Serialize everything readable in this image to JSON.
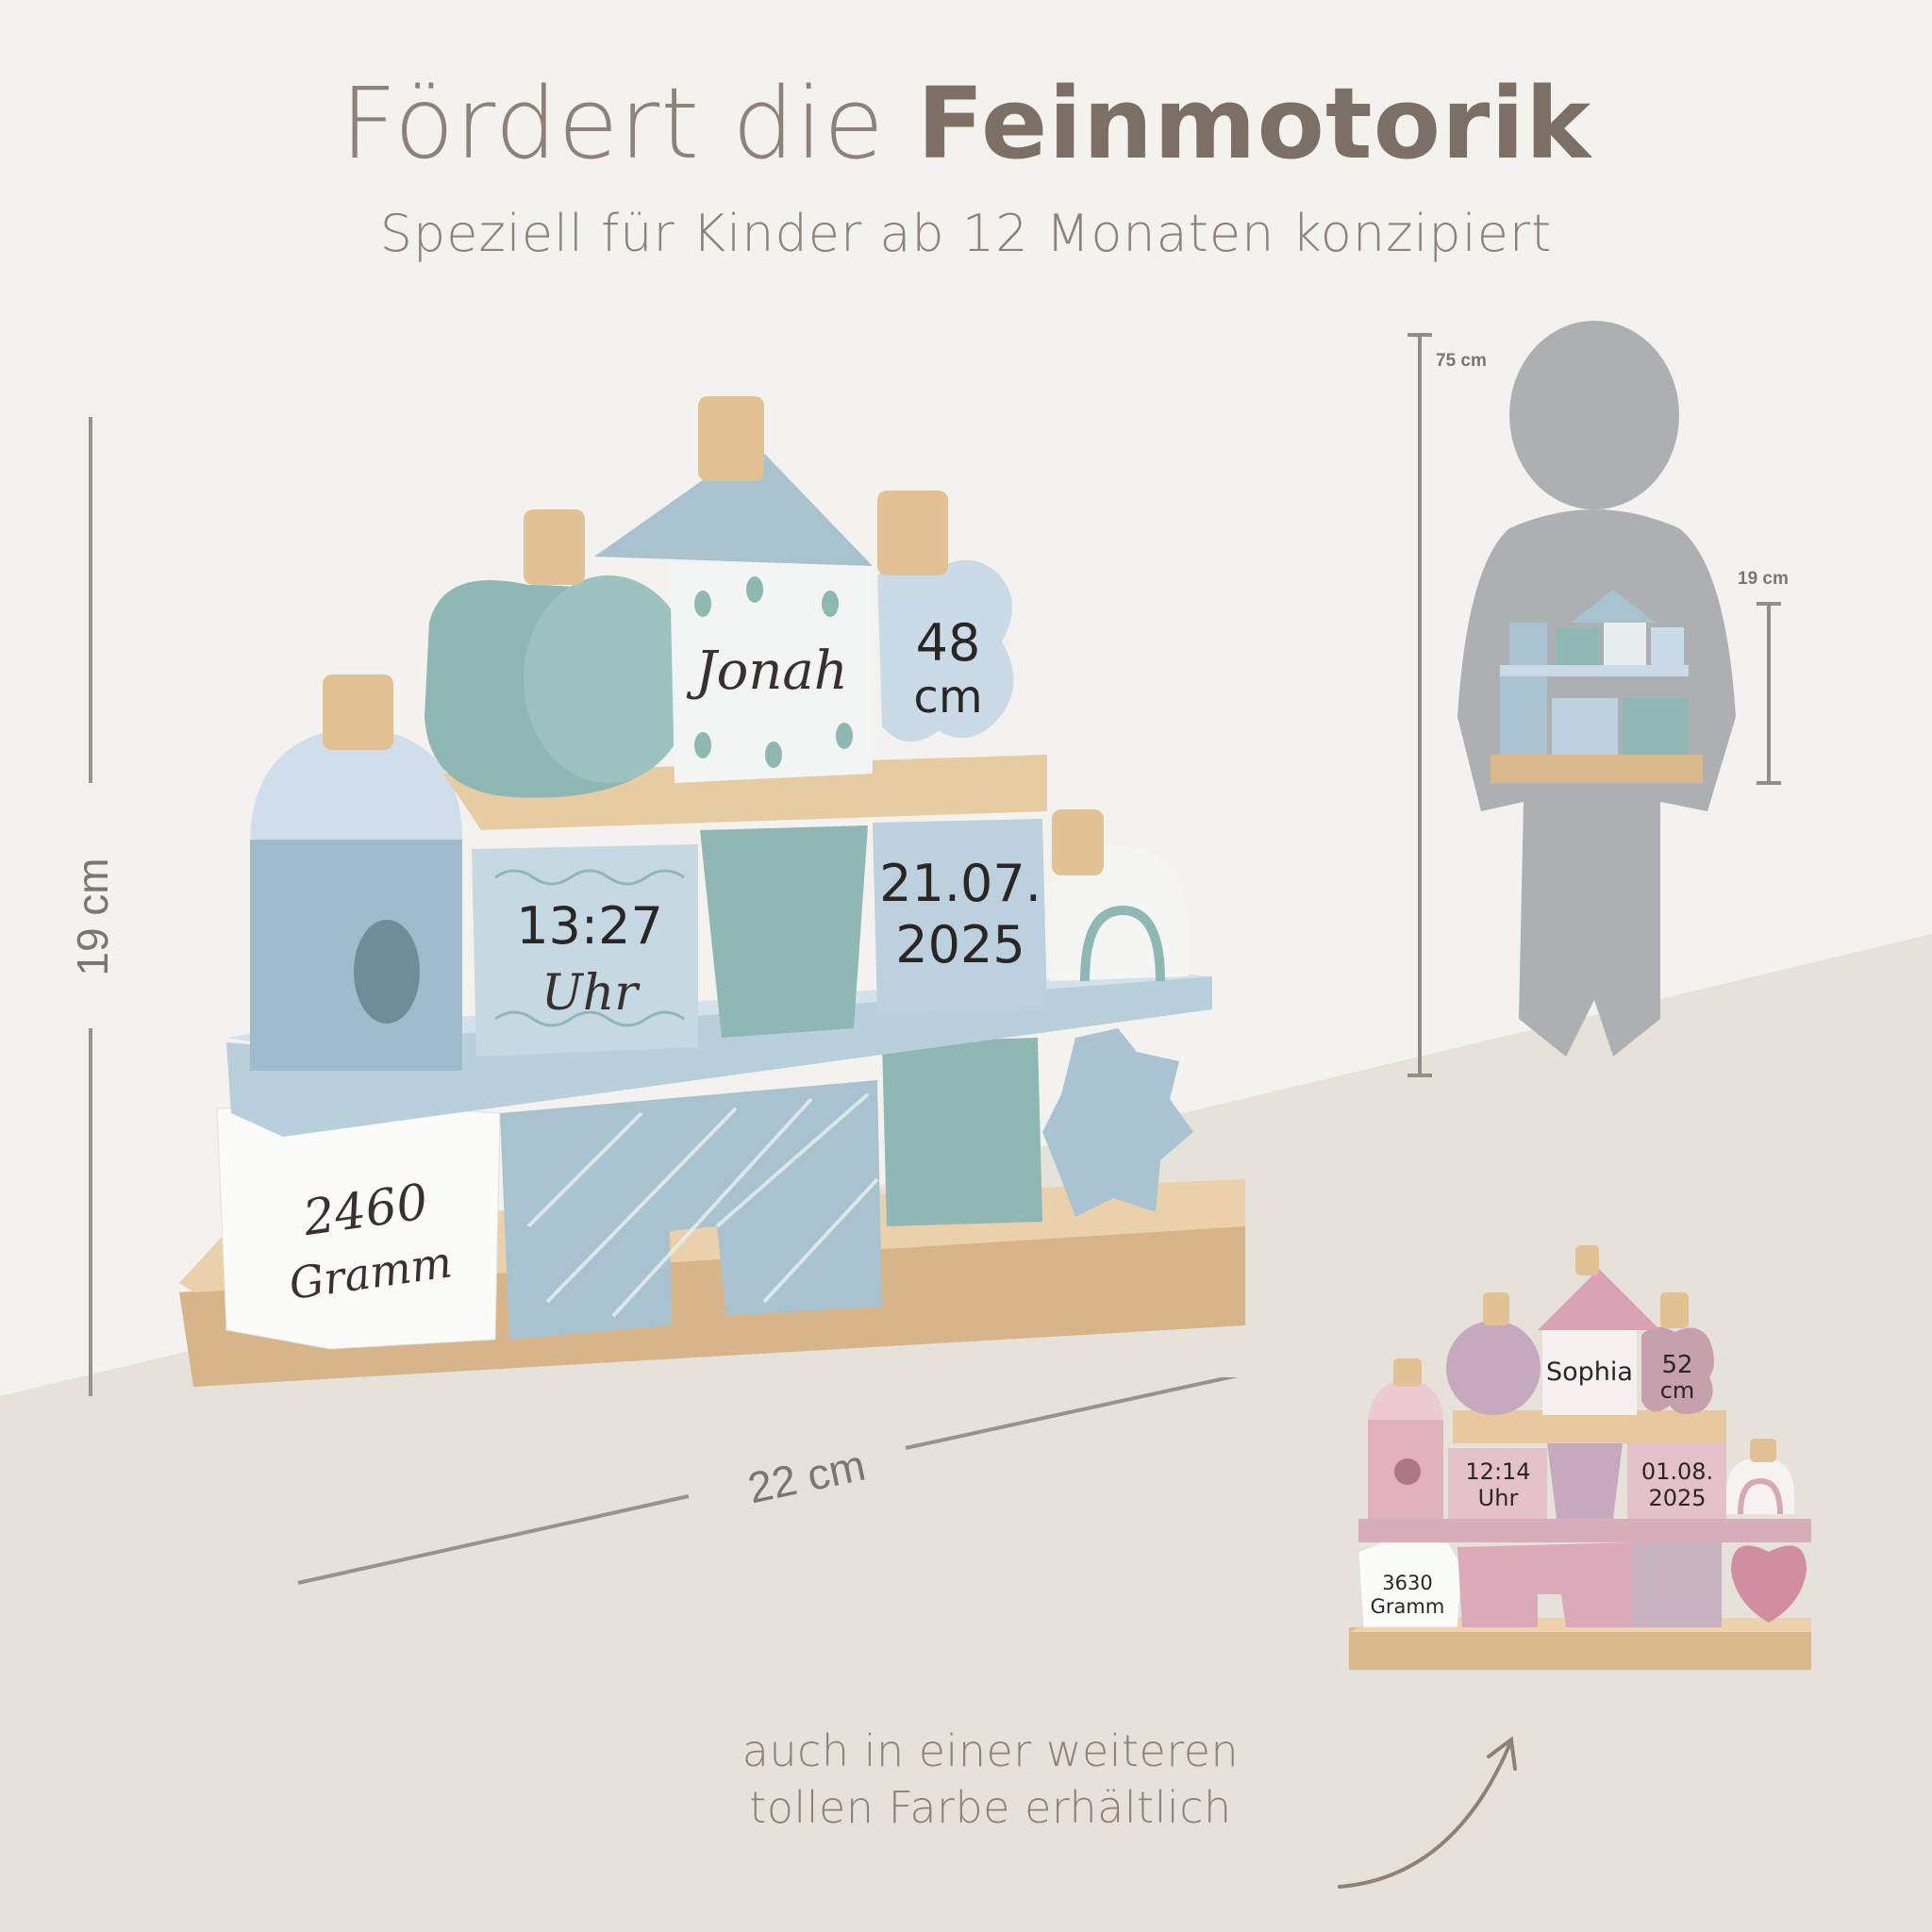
{
  "headline": {
    "prefix": "Fördert die",
    "emphasis": "Feinmotorik",
    "subtitle": "Speziell für Kinder ab 12 Monaten konzipiert"
  },
  "dimensions": {
    "height": "19 cm",
    "width": "22 cm",
    "child_height": "75 cm",
    "toy_height_small": "19 cm"
  },
  "blue_set": {
    "name": "Jonah",
    "length_value": "48",
    "length_unit": "cm",
    "time": "13:27",
    "time_unit": "Uhr",
    "date_line1": "21.07.",
    "date_line2": "2025",
    "weight_value": "2460",
    "weight_unit": "Gramm"
  },
  "pink_set": {
    "name": "Sophia",
    "length_value": "52",
    "length_unit": "cm",
    "time": "12:14",
    "time_unit": "Uhr",
    "date_line1": "01.08.",
    "date_line2": "2025",
    "weight_value": "3630",
    "weight_unit": "Gramm"
  },
  "note": {
    "line1": "auch in einer weiteren",
    "line2": "tollen Farbe erhältlich"
  },
  "colors": {
    "accent_text": "#8d8178",
    "blue": "#a9c3d2",
    "mint": "#8fb7b3",
    "wood": "#e3c59b",
    "pink": "#d6a9b4",
    "mauve": "#bda4b5"
  }
}
